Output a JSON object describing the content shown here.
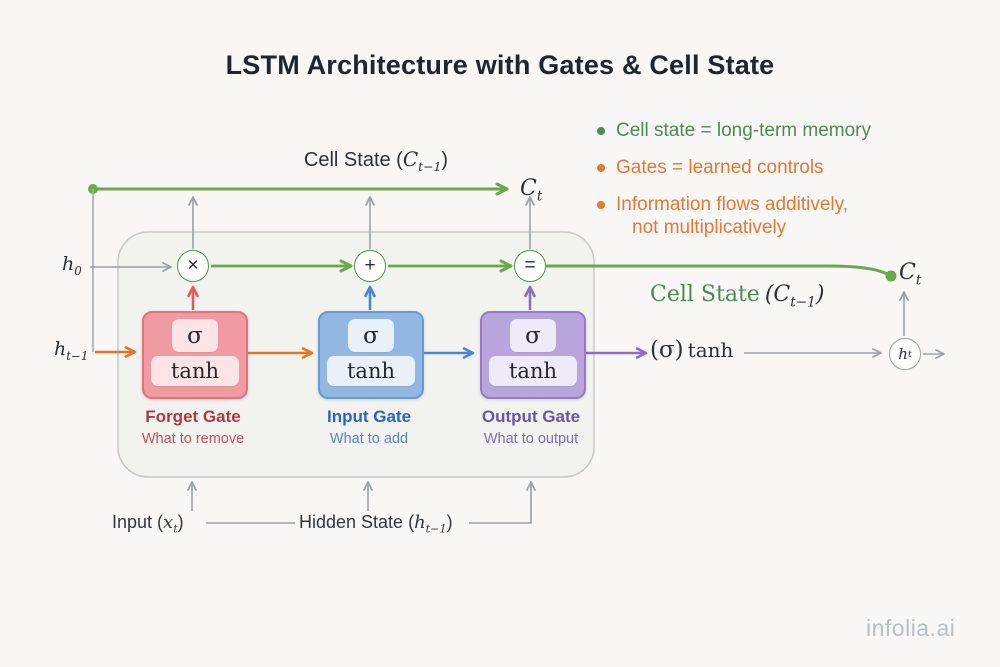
{
  "title": "LSTM Architecture with Gates & Cell State",
  "legend": {
    "item1": {
      "text": "Cell state = long-term memory",
      "color": "#4d8a55"
    },
    "item2": {
      "text": "Gates = learned controls",
      "color": "#e07a35"
    },
    "item3": {
      "line1": "Information flows additively,",
      "line2": "not multiplicatively",
      "color": "#e07a35"
    }
  },
  "cell_state_top": {
    "pre": "Cell State (",
    "var": "C",
    "sub": "t−1",
    "post": ")"
  },
  "ct_top": {
    "var": "C",
    "sub": "t"
  },
  "h0": {
    "var": "h",
    "sub": "0"
  },
  "h_prev": {
    "var": "h",
    "sub": "t−1"
  },
  "ops": {
    "multiply": "×",
    "add": "+",
    "equals": "="
  },
  "gates": {
    "forget": {
      "sigma": "σ",
      "tanh": "tanh",
      "name": "Forget Gate",
      "desc": "What to remove"
    },
    "input": {
      "sigma": "σ",
      "tanh": "tanh",
      "name": "Input Gate",
      "desc": "What to add"
    },
    "output": {
      "sigma": "σ",
      "tanh": "tanh",
      "name": "Output Gate",
      "desc": "What to output"
    }
  },
  "output_flow": {
    "cell_state_label": {
      "text": "Cell State",
      "pre": "(",
      "var": "C",
      "sub": "t−1",
      "post": ")"
    },
    "ct": {
      "var": "C",
      "sub": "t"
    },
    "sigma": "(σ)",
    "tanh": "tanh",
    "ht": {
      "var": "h",
      "sub": "t"
    }
  },
  "bottom": {
    "input": {
      "pre": "Input (",
      "var": "x",
      "sub": "t",
      "post": ")"
    },
    "hidden": {
      "pre": "Hidden State (",
      "var": "h",
      "sub": "t−1",
      "post": ")"
    }
  },
  "watermark": "infolia.ai",
  "colors": {
    "background": "#f8f7f5",
    "cell_state_green": "#6aa84f",
    "gray_arrow": "#9aa0a6",
    "orange_arrow": "#e0762a",
    "forget_fill": "#f09aa1",
    "forget_border": "#e4717c",
    "forget_arrow": "#e05a64",
    "input_fill": "#92b7e1",
    "input_border": "#649bd6",
    "input_arrow": "#4a86d8",
    "output_fill": "#b8a5dc",
    "output_border": "#9679c7",
    "output_arrow": "#8a6fc0",
    "legend_green": "#4d8a55",
    "legend_orange": "#e07a35"
  }
}
